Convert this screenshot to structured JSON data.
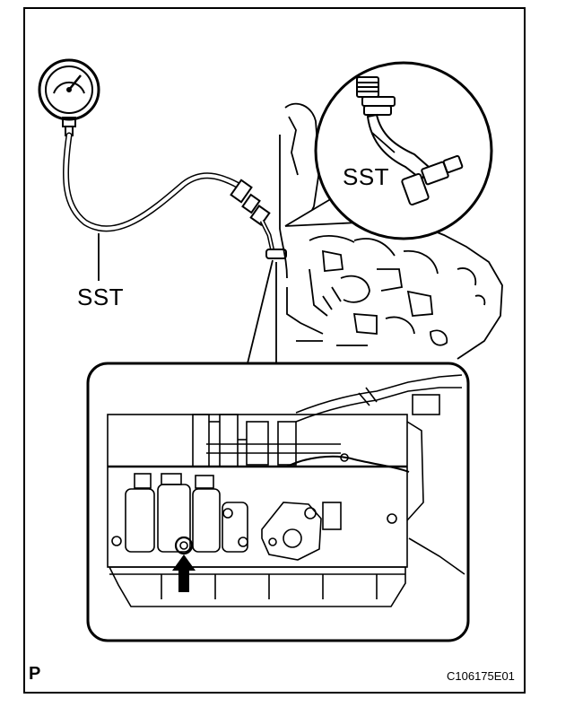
{
  "callouts": {
    "gauge_tool": "SST",
    "adapter_tool": "SST"
  },
  "footer": {
    "section_letter": "P",
    "figure_code": "C106175E01"
  },
  "colors": {
    "line": "#000000",
    "background": "#ffffff"
  }
}
